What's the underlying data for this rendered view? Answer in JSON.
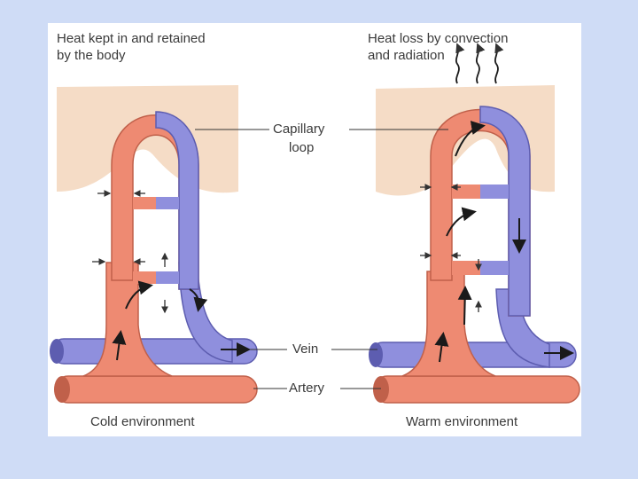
{
  "left_panel": {
    "caption_line1": "Heat kept in and retained",
    "caption_line2": "by the body",
    "footer": "Cold environment"
  },
  "right_panel": {
    "caption_line1": "Heat loss by convection",
    "caption_line2": "and radiation",
    "footer": "Warm environment"
  },
  "labels": {
    "capillary_line1": "Capillary",
    "capillary_line2": "loop",
    "vein": "Vein",
    "artery": "Artery"
  },
  "colors": {
    "page_background": "#cfdcf6",
    "skin": "#f5dcc6",
    "artery": "#ee8a72",
    "vein": "#8f8fdd",
    "arrow": "#1a1a1a"
  }
}
